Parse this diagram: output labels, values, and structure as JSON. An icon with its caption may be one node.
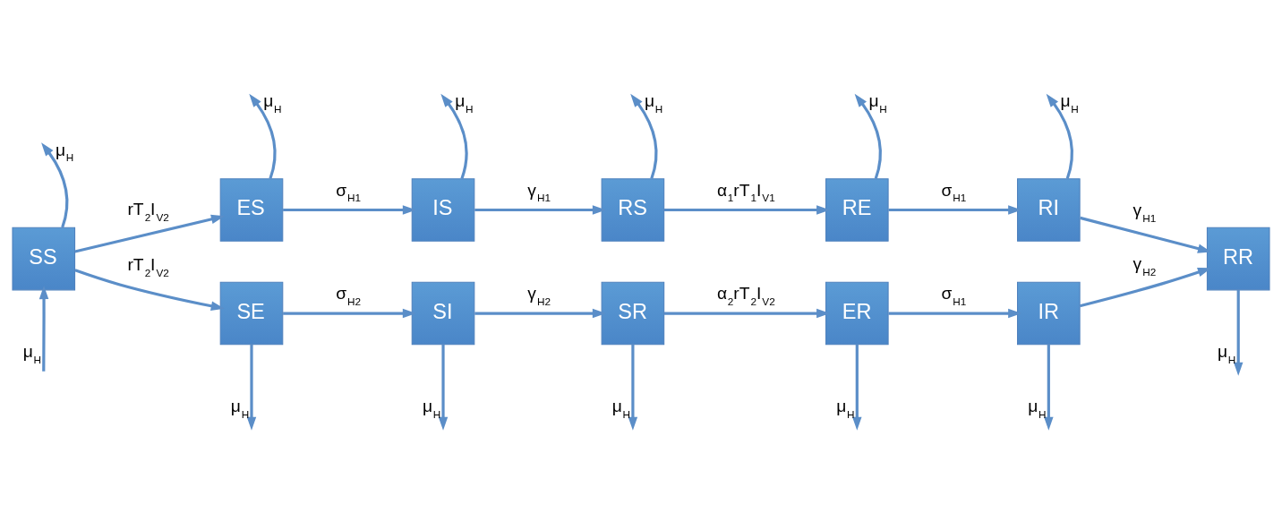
{
  "diagram": {
    "nodes": [
      {
        "text": [
          "SS"
        ]
      },
      {
        "text": [
          "ES"
        ]
      },
      {
        "text": [
          "IS"
        ]
      },
      {
        "text": [
          "RS"
        ]
      },
      {
        "text": [
          "RE"
        ]
      },
      {
        "text": [
          "RI"
        ]
      },
      {
        "text": [
          "SE"
        ]
      },
      {
        "text": [
          "SI"
        ]
      },
      {
        "text": [
          "SR"
        ]
      },
      {
        "text": [
          "ER"
        ]
      },
      {
        "text": [
          "IR"
        ]
      },
      {
        "text": [
          "RR"
        ]
      }
    ],
    "edges": [
      {
        "from": 0,
        "to": 1,
        "arrow": "to",
        "label": "rT$_{2}$I$_{V2}$"
      },
      {
        "from": 0,
        "to": 6,
        "arrow": "to",
        "label": "rT$_{2}$I$_{V2}$"
      },
      {
        "from": 1,
        "to": 2,
        "arrow": "to",
        "label": "σ$_{H1}$"
      },
      {
        "from": 2,
        "to": 3,
        "arrow": "to",
        "label": "γ$_{H1}$"
      },
      {
        "from": 3,
        "to": 4,
        "arrow": "to",
        "label": "α$_{1}$rT$_{1}$I$_{V1}$"
      },
      {
        "from": 4,
        "to": 5,
        "arrow": "to",
        "label": "σ$_{H1}$"
      },
      {
        "from": 5,
        "to": 11,
        "arrow": "to",
        "label": "γ$_{H1}$"
      },
      {
        "from": 6,
        "to": 7,
        "arrow": "to",
        "label": "σ$_{H2}$"
      },
      {
        "from": 7,
        "to": 8,
        "arrow": "to",
        "label": "γ$_{H2}$"
      },
      {
        "from": 8,
        "to": 9,
        "arrow": "to",
        "label": "α$_{2}$rT$_{2}$I$_{V2}$"
      },
      {
        "from": 9,
        "to": 10,
        "arrow": "to",
        "label": "σ$_{H1}$"
      },
      {
        "from": 10,
        "to": 11,
        "arrow": "to",
        "label": "γ$_{H2}$"
      },
      {
        "from": 0,
        "to": null,
        "arrow": "to",
        "label": "μ$_{H}$"
      },
      {
        "from": null,
        "to": 0,
        "arrow": "to",
        "label": "μ$_{H}$"
      },
      {
        "from": 1,
        "to": null,
        "arrow": "to",
        "label": "μ$_{H}$"
      },
      {
        "from": 2,
        "to": null,
        "arrow": "to",
        "label": "μ$_{H}$"
      },
      {
        "from": 3,
        "to": null,
        "arrow": "to",
        "label": "μ$_{H}$"
      },
      {
        "from": 4,
        "to": null,
        "arrow": "to",
        "label": "μ$_{H}$"
      },
      {
        "from": 5,
        "to": null,
        "arrow": "to",
        "label": "μ$_{H}$"
      },
      {
        "from": 6,
        "to": null,
        "arrow": "to",
        "label": "μ$_{H}$"
      },
      {
        "from": 7,
        "to": null,
        "arrow": "to",
        "label": "μ$_{H}$"
      },
      {
        "from": 8,
        "to": null,
        "arrow": "to",
        "label": "μ$_{H}$"
      },
      {
        "from": 9,
        "to": null,
        "arrow": "to",
        "label": "μ$_{H}$"
      },
      {
        "from": 10,
        "to": null,
        "arrow": "to",
        "label": "μ$_{H}$"
      },
      {
        "from": 11,
        "to": null,
        "arrow": "to",
        "label": "μ$_{H}$"
      }
    ]
  }
}
